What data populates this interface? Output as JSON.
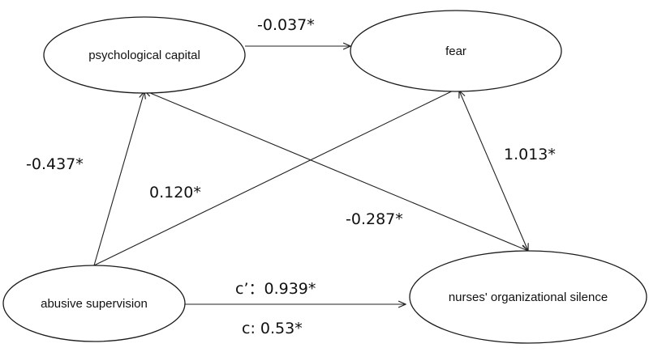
{
  "nodes": {
    "psychological_capital": "psychological capital",
    "fear": "fear",
    "abusive_supervision": "abusive supervision",
    "silence": "nurses' organizational silence"
  },
  "paths": {
    "psycap_to_fear": "-0.037*",
    "abusive_to_psycap": "-0.437*",
    "abusive_to_fear": "0.120*",
    "fear_to_silence": "1.013*",
    "psycap_to_silence": "-0.287*",
    "direct_c_prime": "c’：0.939*",
    "total_c": "c: 0.53*"
  }
}
